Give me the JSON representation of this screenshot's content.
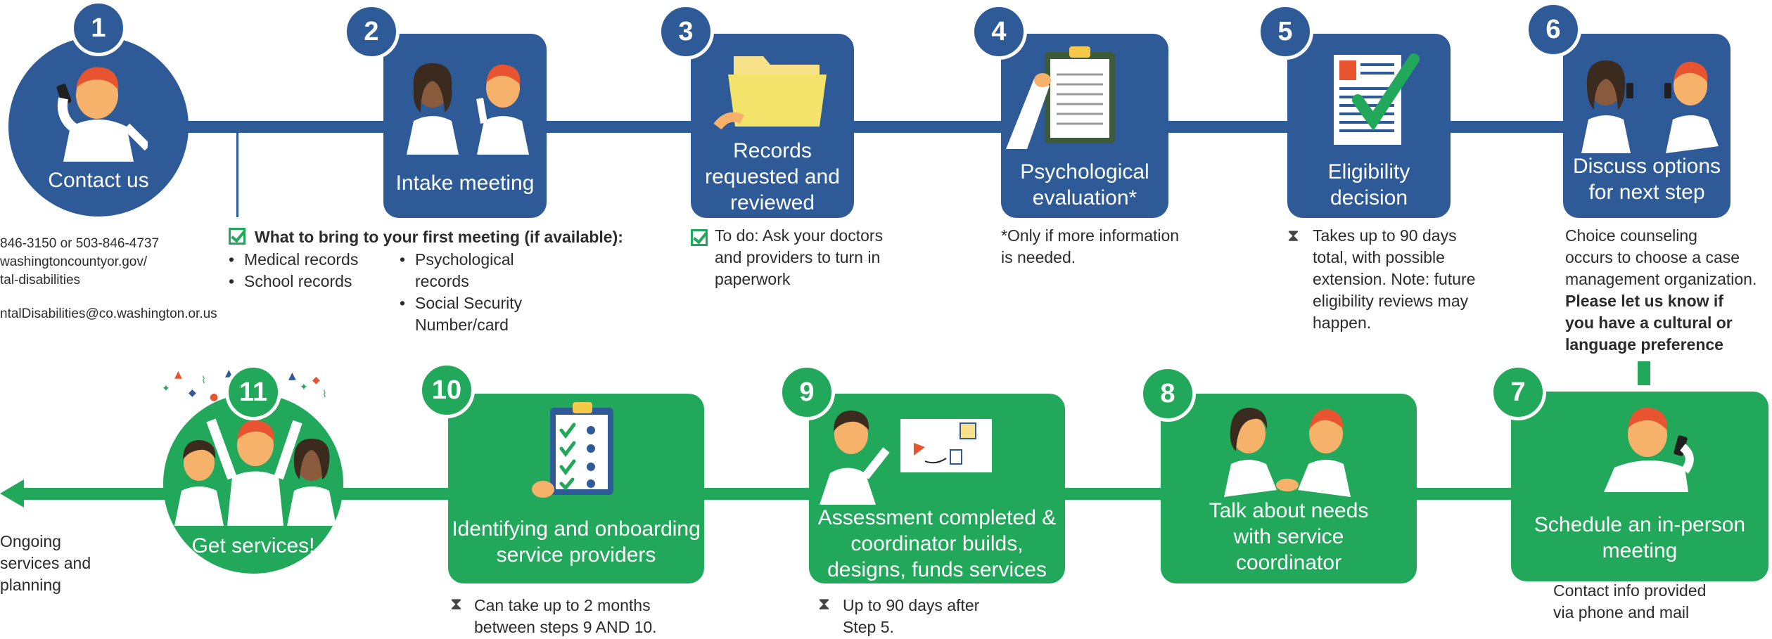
{
  "top_row": {
    "s1": {
      "number": "1",
      "label": "Contact us"
    },
    "s2": {
      "number": "2",
      "label": "Intake meeting"
    },
    "s3": {
      "number": "3",
      "label_lines": [
        "Records",
        "requested and",
        "reviewed"
      ]
    },
    "s4": {
      "number": "4",
      "label_lines": [
        "Psychological",
        "evaluation*"
      ]
    },
    "s5": {
      "number": "5",
      "label_lines": [
        "Eligibility",
        "decision"
      ]
    },
    "s6": {
      "number": "6",
      "label_lines": [
        "Discuss options",
        "for next step"
      ]
    }
  },
  "bottom_row": {
    "s7": {
      "number": "7",
      "label_lines": [
        "Schedule an in-person",
        "meeting"
      ]
    },
    "s8": {
      "number": "8",
      "label_lines": [
        "Talk about needs",
        "with service",
        "coordinator"
      ]
    },
    "s9": {
      "number": "9",
      "label_lines": [
        "Assessment completed  &",
        "coordinator builds,",
        "designs, funds services"
      ]
    },
    "s10": {
      "number": "10",
      "label_lines": [
        "Identifying and onboarding",
        "service providers"
      ]
    },
    "s11": {
      "number": "11",
      "label": "Get services!"
    }
  },
  "notes": {
    "contact": {
      "phone": "846-3150 or 503-846-4737",
      "web1": "washingtoncountyor.gov/",
      "web2": "tal-disabilities",
      "email": "ntalDisabilities@co.washington.or.us"
    },
    "bring": {
      "title": "What to bring to your first meeting (if available):",
      "col1": [
        "Medical records",
        "School records"
      ],
      "col2_l1": "Psychological",
      "col2_l2": "records",
      "col2_l3": "Social Security",
      "col2_l4": "Number/card"
    },
    "todo": [
      "To do: Ask your doctors",
      "and providers to turn in",
      "paperwork"
    ],
    "psych": [
      "*Only if more information",
      "is needed."
    ],
    "eligibility": [
      "Takes up to 90 days",
      "total, with possible",
      "extension. Note: future",
      "eligibility reviews may",
      "happen."
    ],
    "choice": [
      "Choice counseling",
      "occurs to choose a case",
      "management organization."
    ],
    "choice_bold": [
      "Please let us know if",
      "you have a cultural or",
      "language preference"
    ],
    "contact_info": [
      "Contact info provided",
      "via phone and mail"
    ],
    "step9_time": [
      "Up to 90 days after",
      "Step 5."
    ],
    "step10_time": [
      "Can take up to 2 months",
      "between steps 9 AND 10."
    ],
    "ongoing": [
      "Ongoing",
      "services and",
      "planning"
    ]
  },
  "colors": {
    "blue": "#2e5b98",
    "green": "#22a85a",
    "hair": "#e8542f",
    "skin": "#f6b26b",
    "dark_hair": "#3b2a1e"
  }
}
